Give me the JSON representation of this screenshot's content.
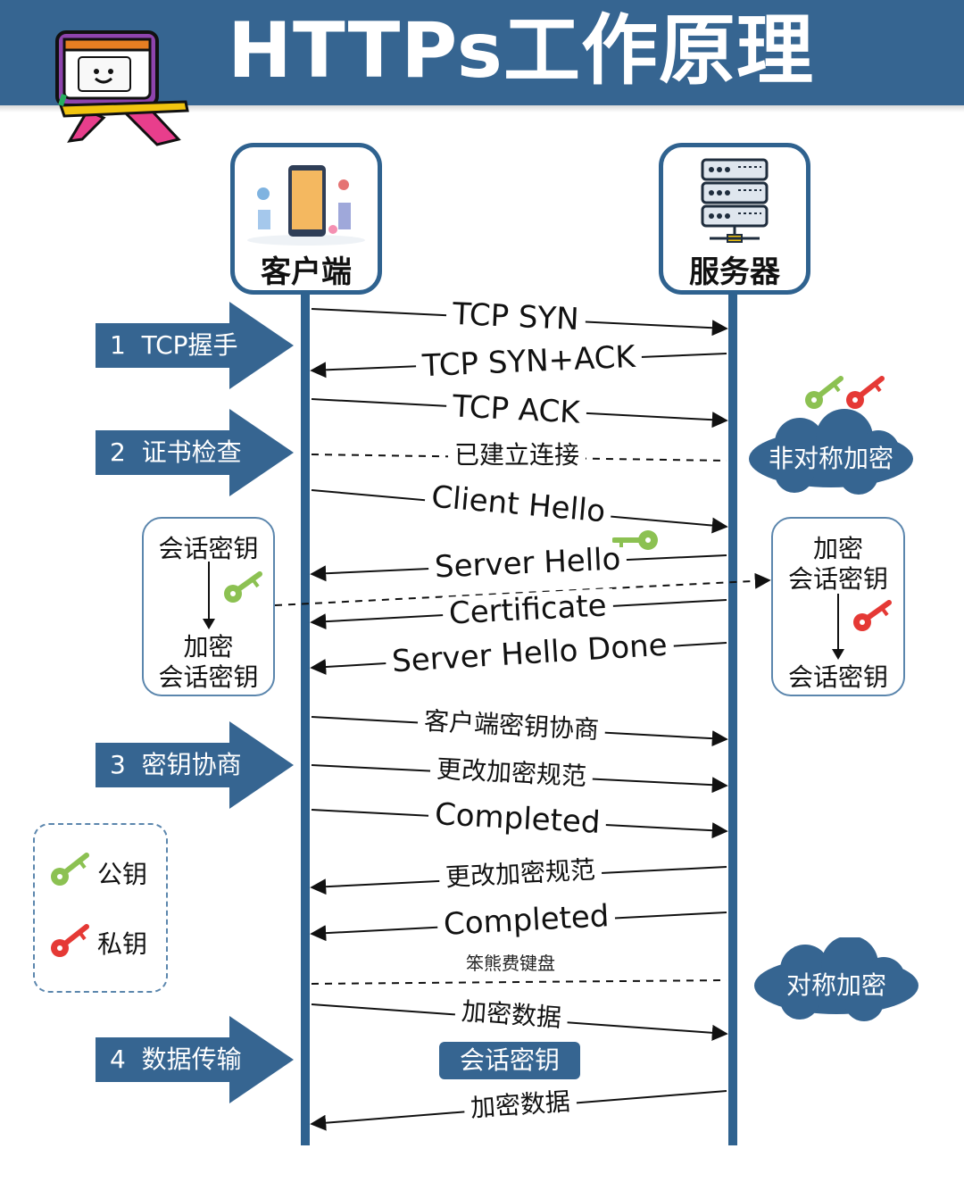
{
  "title": "HTTPs工作原理",
  "nodes": {
    "client": "客户端",
    "server": "服务器"
  },
  "steps": [
    {
      "num": "1",
      "label": "TCP握手"
    },
    {
      "num": "2",
      "label": "证书检查"
    },
    {
      "num": "3",
      "label": "密钥协商"
    },
    {
      "num": "4",
      "label": "数据传输"
    }
  ],
  "messages": [
    {
      "text": "TCP SYN",
      "dir": "right"
    },
    {
      "text": "TCP SYN+ACK",
      "dir": "left"
    },
    {
      "text": "TCP ACK",
      "dir": "right"
    },
    {
      "text": "已建立连接",
      "dir": "none"
    },
    {
      "text": "Client Hello",
      "dir": "right"
    },
    {
      "text": "Server Hello",
      "dir": "left"
    },
    {
      "text": "Certificate",
      "dir": "left"
    },
    {
      "text": "Server Hello Done",
      "dir": "left"
    },
    {
      "text": "客户端密钥协商",
      "dir": "right"
    },
    {
      "text": "更改加密规范",
      "dir": "right"
    },
    {
      "text": "Completed",
      "dir": "right"
    },
    {
      "text": "更改加密规范",
      "dir": "left"
    },
    {
      "text": "Completed",
      "dir": "left"
    },
    {
      "text": "加密数据",
      "dir": "right"
    },
    {
      "text": "加密数据",
      "dir": "left"
    }
  ],
  "left_box": {
    "top": "会话密钥",
    "bottom_line1": "加密",
    "bottom_line2": "会话密钥"
  },
  "right_box": {
    "top_line1": "加密",
    "top_line2": "会话密钥",
    "bottom": "会话密钥"
  },
  "clouds": {
    "asymmetric": "非对称加密",
    "symmetric": "对称加密"
  },
  "legend": {
    "public_key": "公钥",
    "private_key": "私钥"
  },
  "session_key_badge": "会话密钥",
  "watermark": "笨熊费键盘",
  "colors": {
    "primary": "#366591",
    "lifeline": "#2f628f",
    "public_key": "#8cc152",
    "private_key": "#e53935",
    "cloud": "#366591"
  }
}
